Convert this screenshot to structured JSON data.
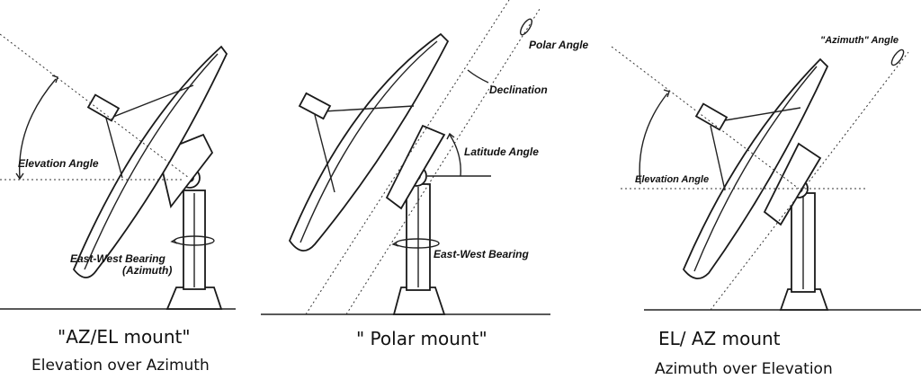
{
  "panels": [
    {
      "title": "\"AZ/EL mount\"",
      "subtitle": "Elevation over Azimuth",
      "labels": {
        "elevation": "Elevation Angle",
        "bearing": "East-West Bearing",
        "bearing_sub": "(Azimuth)"
      }
    },
    {
      "title": "\" Polar mount\"",
      "labels": {
        "polar": "Polar Angle",
        "declination": "Declination",
        "latitude": "Latitude Angle",
        "bearing": "East-West Bearing"
      }
    },
    {
      "title": "EL/ AZ mount",
      "subtitle": "Azimuth over Elevation",
      "labels": {
        "azimuth": "\"Azimuth\" Angle",
        "elevation": "Elevation Angle"
      }
    }
  ]
}
